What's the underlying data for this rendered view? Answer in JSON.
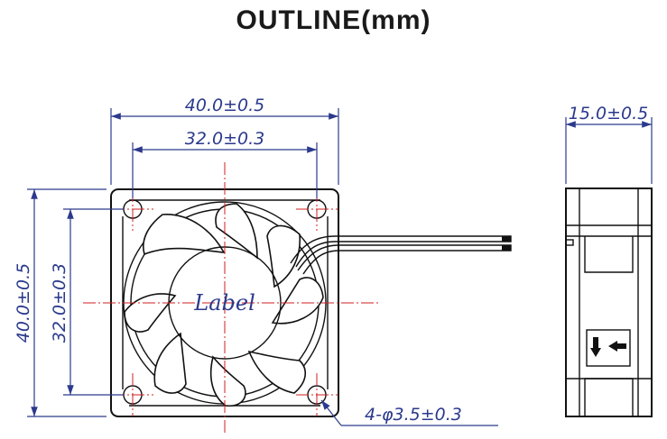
{
  "title": "OUTLINE(mm)",
  "dimensions": {
    "frame_width": "40.0±0.5",
    "hole_spacing_width": "32.0±0.3",
    "frame_height": "40.0±0.5",
    "hole_spacing_height": "32.0±0.3",
    "hole_spec": "4-φ3.5±0.3",
    "thickness": "15.0±0.5"
  },
  "hub_label": "Label",
  "colors": {
    "dimension": "#2b3a8c",
    "centerline": "#d11f1f",
    "outline": "#111111"
  }
}
